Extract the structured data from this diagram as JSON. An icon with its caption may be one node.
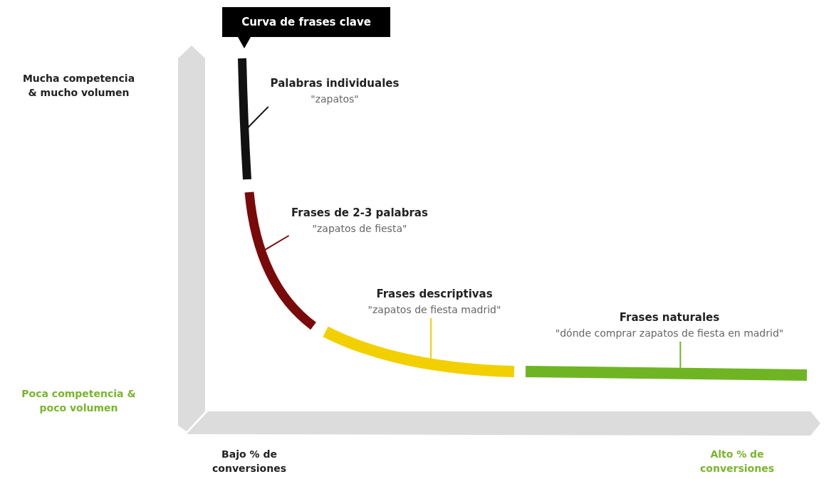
{
  "diagram": {
    "nodes": [
      {
        "text": [
          "Curva de frases clave"
        ]
      },
      {
        "text": [],
        "shape": "bar"
      },
      {
        "text": [],
        "shape": "bar"
      },
      {
        "text": [],
        "shape": "bar"
      },
      {
        "text": [],
        "shape": "bar"
      },
      {
        "text": [
          "Palabras individuales",
          "\"zapatos\""
        ]
      },
      {
        "text": [
          "Frases de 2-3 palabras",
          "\"zapatos de fiesta\""
        ]
      },
      {
        "text": [
          "Frases descriptivas",
          "\"zapatos de fiesta madrid\""
        ]
      },
      {
        "text": [
          "Frases naturales",
          "\"dónde comprar zapatos de fiesta en madrid\""
        ]
      }
    ],
    "edges": [
      {
        "from": 5,
        "to": 1,
        "arrow": "none",
        "color": "#111111"
      },
      {
        "from": 6,
        "to": 2,
        "arrow": "none",
        "color": "#7a0a0a"
      },
      {
        "from": 7,
        "to": 3,
        "arrow": "none",
        "color": "#f2d000"
      },
      {
        "from": 8,
        "to": 4,
        "arrow": "none",
        "color": "#6fb523"
      }
    ],
    "labels": [
      "Mucha competencia & mucho volumen",
      "Poca competencia & poco volumen",
      "Bajo % de conversiones",
      "Alto % de conversiones"
    ]
  }
}
